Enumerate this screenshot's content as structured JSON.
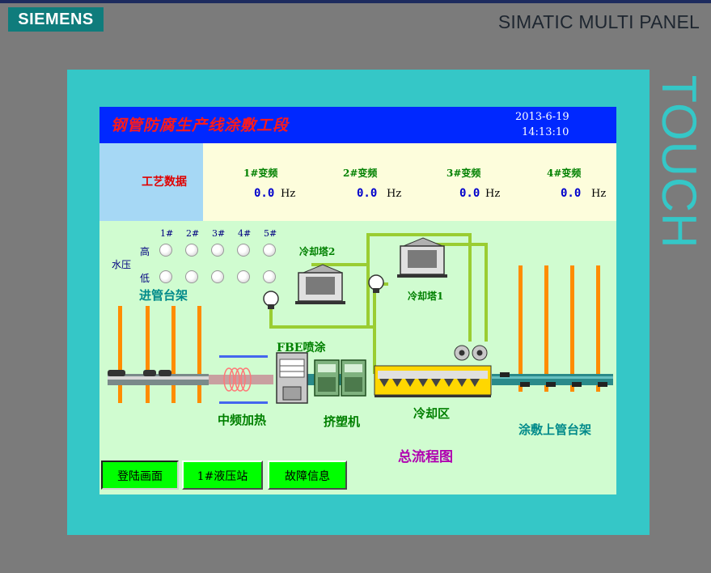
{
  "device": {
    "brand": "SIEMENS",
    "model": "SIMATIC MULTI PANEL",
    "touch_label": "TOUCH"
  },
  "header": {
    "title": "钢管防腐生产线涂敷工段",
    "date": "2013-6-19",
    "time": "14:13:10"
  },
  "process_data": {
    "label": "工艺数据",
    "drives": [
      {
        "label": "1#变频",
        "value": "0.0",
        "unit": "Hz"
      },
      {
        "label": "2#变频",
        "value": "0.0",
        "unit": "Hz"
      },
      {
        "label": "3#变频",
        "value": "0.0",
        "unit": "Hz"
      },
      {
        "label": "4#变频",
        "value": "0.0",
        "unit": "Hz"
      }
    ]
  },
  "water_pressure": {
    "label": "水压",
    "high_label": "高",
    "low_label": "低",
    "pumps": [
      "1#",
      "2#",
      "3#",
      "4#",
      "5#"
    ]
  },
  "process": {
    "infeed_rack": "进管台架",
    "cooling_tower_2": "冷却塔2",
    "cooling_tower_1": "冷却塔1",
    "fbe_spray": "FBE喷涂",
    "induction_heating": "中频加热",
    "extruder": "挤塑机",
    "cooling_zone": "冷却区",
    "outfeed_rack": "涂敷上管台架",
    "overview": "总流程图"
  },
  "colors": {
    "pipe_line": "#9acd32",
    "rack_post": "#ff8c00",
    "title_bar": "#0028ff",
    "button": "#00ff00"
  },
  "nav": {
    "buttons": [
      {
        "label": "登陆画面",
        "active": true
      },
      {
        "label": "1#液压站",
        "active": false
      },
      {
        "label": "故障信息",
        "active": false
      }
    ]
  }
}
